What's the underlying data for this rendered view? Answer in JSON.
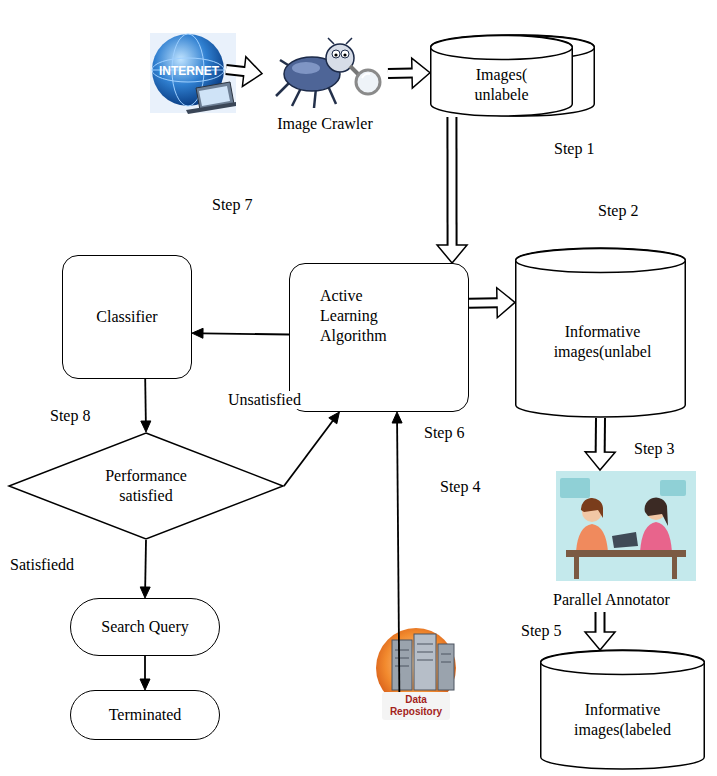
{
  "diagram": {
    "nodes": [
      {
        "text": [
          "INTERNET"
        ]
      },
      {
        "text": [
          "Image Crawler"
        ]
      },
      {
        "text": [
          "Images( unlabele"
        ]
      },
      {
        "text": [
          "Classifier"
        ]
      },
      {
        "text": [
          "Active Learning Algorithm"
        ]
      },
      {
        "text": [
          "Informative images(unlabel"
        ]
      },
      {
        "text": [
          "Performance satisfied"
        ]
      },
      {
        "text": [
          "Parallel Annotator"
        ]
      },
      {
        "text": [
          "Data Repository"
        ]
      },
      {
        "text": [
          "Informative images(labeled"
        ]
      },
      {
        "text": [
          "Search Query"
        ]
      },
      {
        "text": [
          "Terminated"
        ]
      }
    ],
    "edges": [
      {
        "from": 0,
        "to": 1,
        "arrow": "to"
      },
      {
        "from": 1,
        "to": 2,
        "arrow": "to"
      },
      {
        "from": 2,
        "to": 4,
        "arrow": "to"
      },
      {
        "from": 4,
        "to": 5,
        "arrow": "to"
      },
      {
        "from": 5,
        "to": 7,
        "arrow": "to"
      },
      {
        "from": 7,
        "to": 9,
        "arrow": "to"
      },
      {
        "from": 8,
        "to": 4,
        "arrow": "to"
      },
      {
        "from": 4,
        "to": 3,
        "arrow": "to"
      },
      {
        "from": 3,
        "to": 6,
        "arrow": "to"
      },
      {
        "from": 6,
        "to": 4,
        "arrow": "to",
        "label": "Unsatisfied"
      },
      {
        "from": 6,
        "to": 10,
        "arrow": "to",
        "label": "Satisfiedd"
      },
      {
        "from": 10,
        "to": 11,
        "arrow": "to"
      }
    ],
    "labels": [
      "Step 1",
      "Step 2",
      "Step 3",
      "Step 4",
      "Step 5",
      "Step 6",
      "Step 7",
      "Step 8"
    ]
  }
}
